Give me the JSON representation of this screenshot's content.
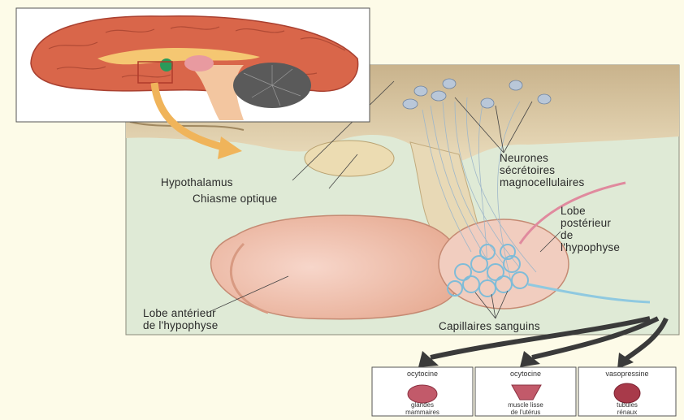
{
  "labels": {
    "hypothalamus": "Hypothalamus",
    "chiasme": "Chiasme optique",
    "neurones": "Neurones\nsécrétoires\nmagnocellulaires",
    "lobe_post": "Lobe\npostérieur\nde\nl'hypophyse",
    "lobe_ant": "Lobe antérieur\nde l'hypophyse",
    "capillaires": "Capillaires sanguins"
  },
  "targets": [
    {
      "hormone": "ocytocine",
      "organ": "glandes\nmammaires"
    },
    {
      "hormone": "ocytocine",
      "organ": "muscle lisse\nde l'utérus"
    },
    {
      "hormone": "vasopressine",
      "organ": "tubules\nrénaux"
    }
  ],
  "colors": {
    "brain": "#d9664a",
    "bg_panel": "#dfead6",
    "pituitary": "#f3c6b8",
    "vessel": "#8fc9e0"
  }
}
